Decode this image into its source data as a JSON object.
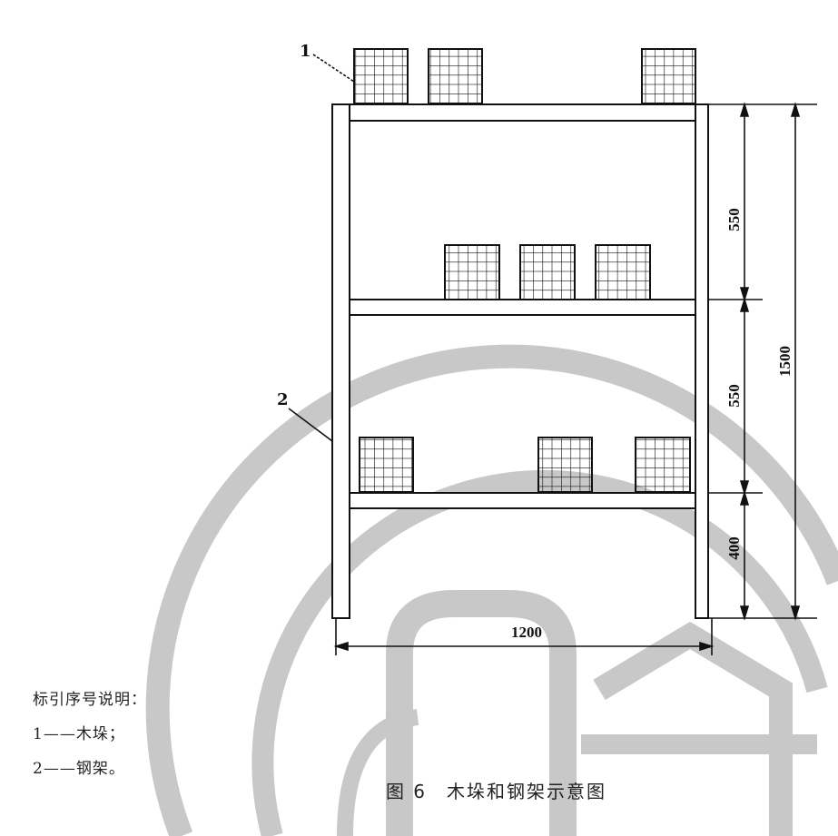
{
  "callouts": {
    "wood_crib_number": "1",
    "steel_frame_number": "2"
  },
  "dimensions": {
    "shelf_spacing_top": "550",
    "shelf_spacing_middle": "550",
    "bottom_clearance": "400",
    "total_height": "1500",
    "total_width": "1200"
  },
  "legend": {
    "title": "标引序号说明：",
    "item_1": "1——木垛；",
    "item_2": "2——钢架。"
  },
  "caption": "图 6　木垛和钢架示意图",
  "colors": {
    "line": "#111111",
    "watermark": "#c8c8c8"
  }
}
